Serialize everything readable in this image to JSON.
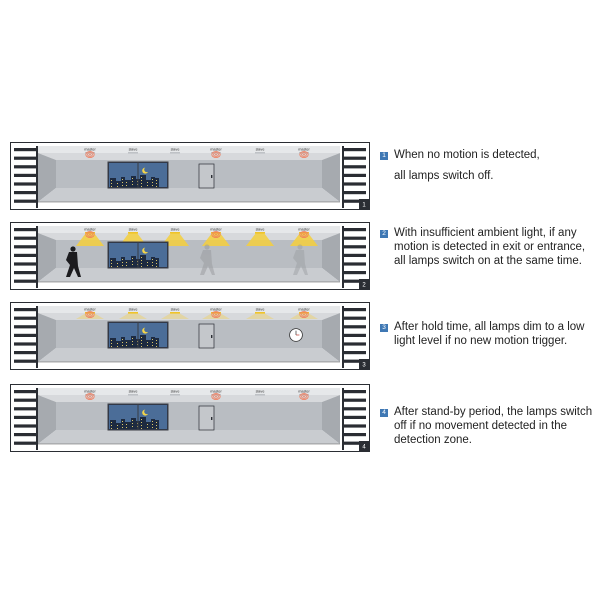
{
  "panels": [
    {
      "number": "1",
      "sensor_labels": [
        "master",
        "slave",
        "slave",
        "master",
        "slave",
        "master"
      ],
      "lamp_states": [
        "off",
        "off",
        "off",
        "off",
        "off",
        "off"
      ],
      "sensor_active": [
        true,
        false,
        false,
        true,
        false,
        true
      ],
      "lines": [
        "When no motion is detected,",
        "all lamps switch off."
      ],
      "door": true,
      "clock": false,
      "walker": false
    },
    {
      "number": "2",
      "sensor_labels": [
        "master",
        "slave",
        "slave",
        "master",
        "slave",
        "master"
      ],
      "lamp_states": [
        "on",
        "on",
        "on",
        "on",
        "on",
        "on"
      ],
      "sensor_active": [
        true,
        false,
        false,
        true,
        false,
        true
      ],
      "lines": [
        "With insufficient ambient light, if any",
        "motion is detected in exit or entrance,",
        "all lamps switch on at the same time."
      ],
      "door": false,
      "clock": false,
      "walker": true
    },
    {
      "number": "3",
      "sensor_labels": [
        "master",
        "slave",
        "slave",
        "master",
        "slave",
        "master"
      ],
      "lamp_states": [
        "dim",
        "dim",
        "dim",
        "dim",
        "dim",
        "dim"
      ],
      "sensor_active": [
        true,
        false,
        false,
        true,
        false,
        true
      ],
      "lines": [
        "After hold time, all lamps dim to a low",
        "light level if no new motion trigger."
      ],
      "door": true,
      "clock": true,
      "walker": false
    },
    {
      "number": "4",
      "sensor_labels": [
        "master",
        "slave",
        "slave",
        "master",
        "slave",
        "master"
      ],
      "lamp_states": [
        "off",
        "off",
        "off",
        "off",
        "off",
        "off"
      ],
      "sensor_active": [
        true,
        false,
        false,
        true,
        false,
        true
      ],
      "lines": [
        "After stand-by period, the lamps switch",
        "off if no movement detected in the",
        "detection zone."
      ],
      "door": true,
      "clock": false,
      "walker": false
    }
  ],
  "colors": {
    "wall": "#b9bdc2",
    "ceiling": "#e6e8ea",
    "floor": "#c9ccd0",
    "sensor_active": "#f07a5a",
    "lamp_beam": "#f5cf3c",
    "badge": "#3f78b4"
  }
}
